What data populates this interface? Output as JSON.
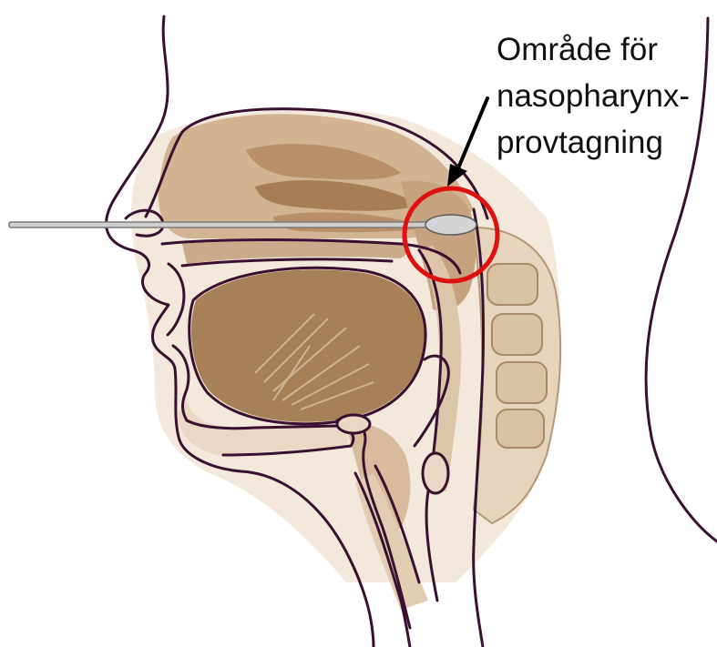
{
  "annotation": {
    "lines": [
      "Område för",
      "nasopharynx-",
      "provtagning"
    ]
  },
  "colors": {
    "outline": "#3a1030",
    "tissue_light": "#e8d8c4",
    "tissue_mid": "#c9ab8c",
    "tissue_dark": "#9e7a58",
    "tissue_pale": "#f2e8dc",
    "highlight_circle": "#e01010",
    "swab_stick": "#cfcfcf",
    "swab_tip": "#d4d4d4",
    "text": "#111111"
  },
  "icons": {
    "swab": "nasopharyngeal-swab-icon",
    "marker": "highlight-circle-icon",
    "arrow": "arrow-icon"
  }
}
